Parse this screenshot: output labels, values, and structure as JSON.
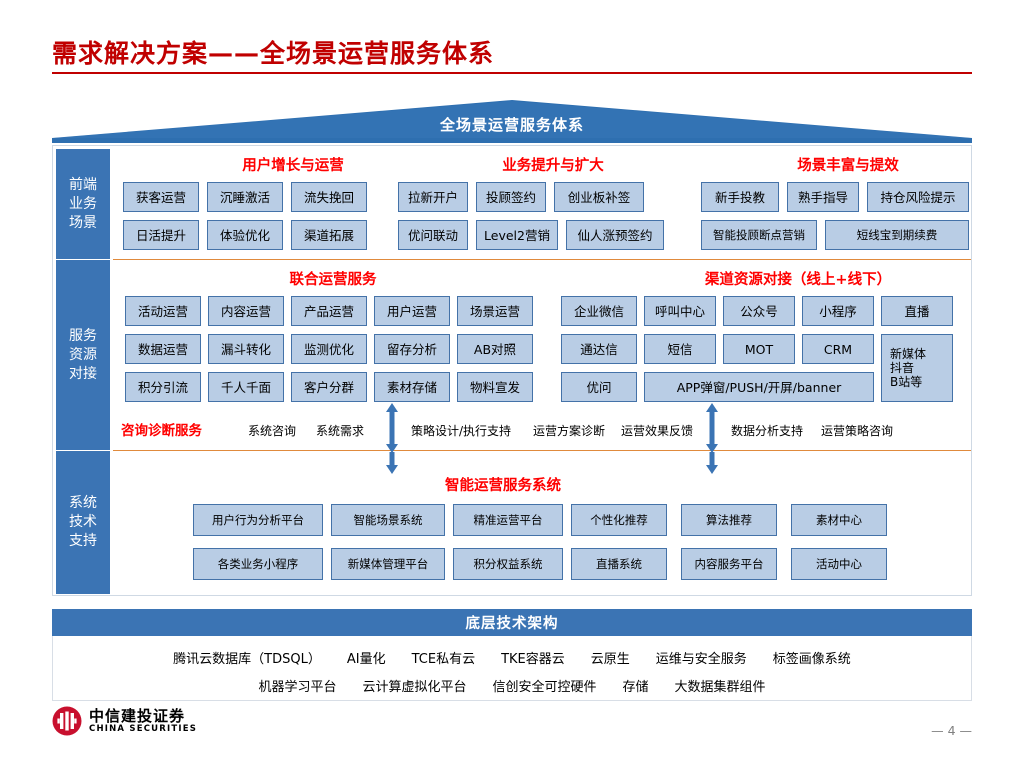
{
  "slide": {
    "title": "需求解决方案——全场景运营服务体系",
    "accent_red": "#c00000",
    "accent_blue": "#3b74b4",
    "box_fill": "#b9cde5",
    "box_border": "#4472a8",
    "divider_color": "#e08a3c",
    "page_number": "— 4 —"
  },
  "roof": {
    "label": "全场景运营服务体系"
  },
  "sections": [
    {
      "id": "frontend",
      "sidebar_label": "前端\n业务\n场景",
      "sidebar_lines": [
        "前端",
        "业务",
        "场景"
      ],
      "groups": [
        {
          "title": "用户增长与运营",
          "rows": [
            [
              "获客运营",
              "沉睡激活",
              "流失挽回"
            ],
            [
              "日活提升",
              "体验优化",
              "渠道拓展"
            ]
          ]
        },
        {
          "title": "业务提升与扩大",
          "rows": [
            [
              "拉新开户",
              "投顾签约",
              "创业板补签"
            ],
            [
              "优问联动",
              "Level2营销",
              "仙人涨预签约"
            ]
          ]
        },
        {
          "title": "场景丰富与提效",
          "rows": [
            [
              "新手投教",
              "熟手指导",
              "持仓风险提示"
            ],
            [
              "智能投顾断点营销",
              "短线宝到期续费"
            ]
          ]
        }
      ]
    },
    {
      "id": "service-resource",
      "sidebar_lines": [
        "服务",
        "资源",
        "对接"
      ],
      "groups": [
        {
          "title": "联合运营服务",
          "rows": [
            [
              "活动运营",
              "内容运营",
              "产品运营",
              "用户运营",
              "场景运营"
            ],
            [
              "数据运营",
              "漏斗转化",
              "监测优化",
              "留存分析",
              "AB对照"
            ],
            [
              "积分引流",
              "千人千面",
              "客户分群",
              "素材存储",
              "物料宣发"
            ]
          ]
        },
        {
          "title": "渠道资源对接（线上+线下）",
          "rows": [
            [
              "企业微信",
              "呼叫中心",
              "公众号",
              "小程序",
              "直播"
            ],
            [
              "通达信",
              "短信",
              "MOT",
              "CRM"
            ],
            [
              "优问",
              "APP弹窗/PUSH/开屏/banner"
            ]
          ],
          "tall_box": "新媒体\n抖音\nB站等",
          "tall_box_lines": [
            "新媒体",
            "抖音",
            "B站等"
          ]
        }
      ],
      "consult_row": {
        "label": "咨询诊断服务",
        "items": [
          "系统咨询",
          "系统需求",
          "策略设计/执行支持",
          "运营方案诊断",
          "运营效果反馈",
          "数据分析支持",
          "运营策略咨询"
        ]
      }
    },
    {
      "id": "system-tech",
      "sidebar_lines": [
        "系统",
        "技术",
        "支持"
      ],
      "groups": [
        {
          "title": "智能运营服务系统",
          "rows": [
            [
              "用户行为分析平台",
              "智能场景系统",
              "精准运营平台",
              "个性化推荐",
              "算法推荐",
              "素材中心"
            ],
            [
              "各类业务小程序",
              "新媒体管理平台",
              "积分权益系统",
              "直播系统",
              "内容服务平台",
              "活动中心"
            ]
          ]
        }
      ]
    }
  ],
  "bottom": {
    "title": "底层技术架构",
    "row1": [
      "腾讯云数据库（TDSQL）",
      "AI量化",
      "TCE私有云",
      "TKE容器云",
      "云原生",
      "运维与安全服务",
      "标签画像系统"
    ],
    "row2": [
      "机器学习平台",
      "云计算虚拟化平台",
      "信创安全可控硬件",
      "存储",
      "大数据集群组件"
    ]
  },
  "footer": {
    "company_cn": "中信建投证券",
    "company_en": "CHINA SECURITIES",
    "logo_color": "#c8102e"
  }
}
